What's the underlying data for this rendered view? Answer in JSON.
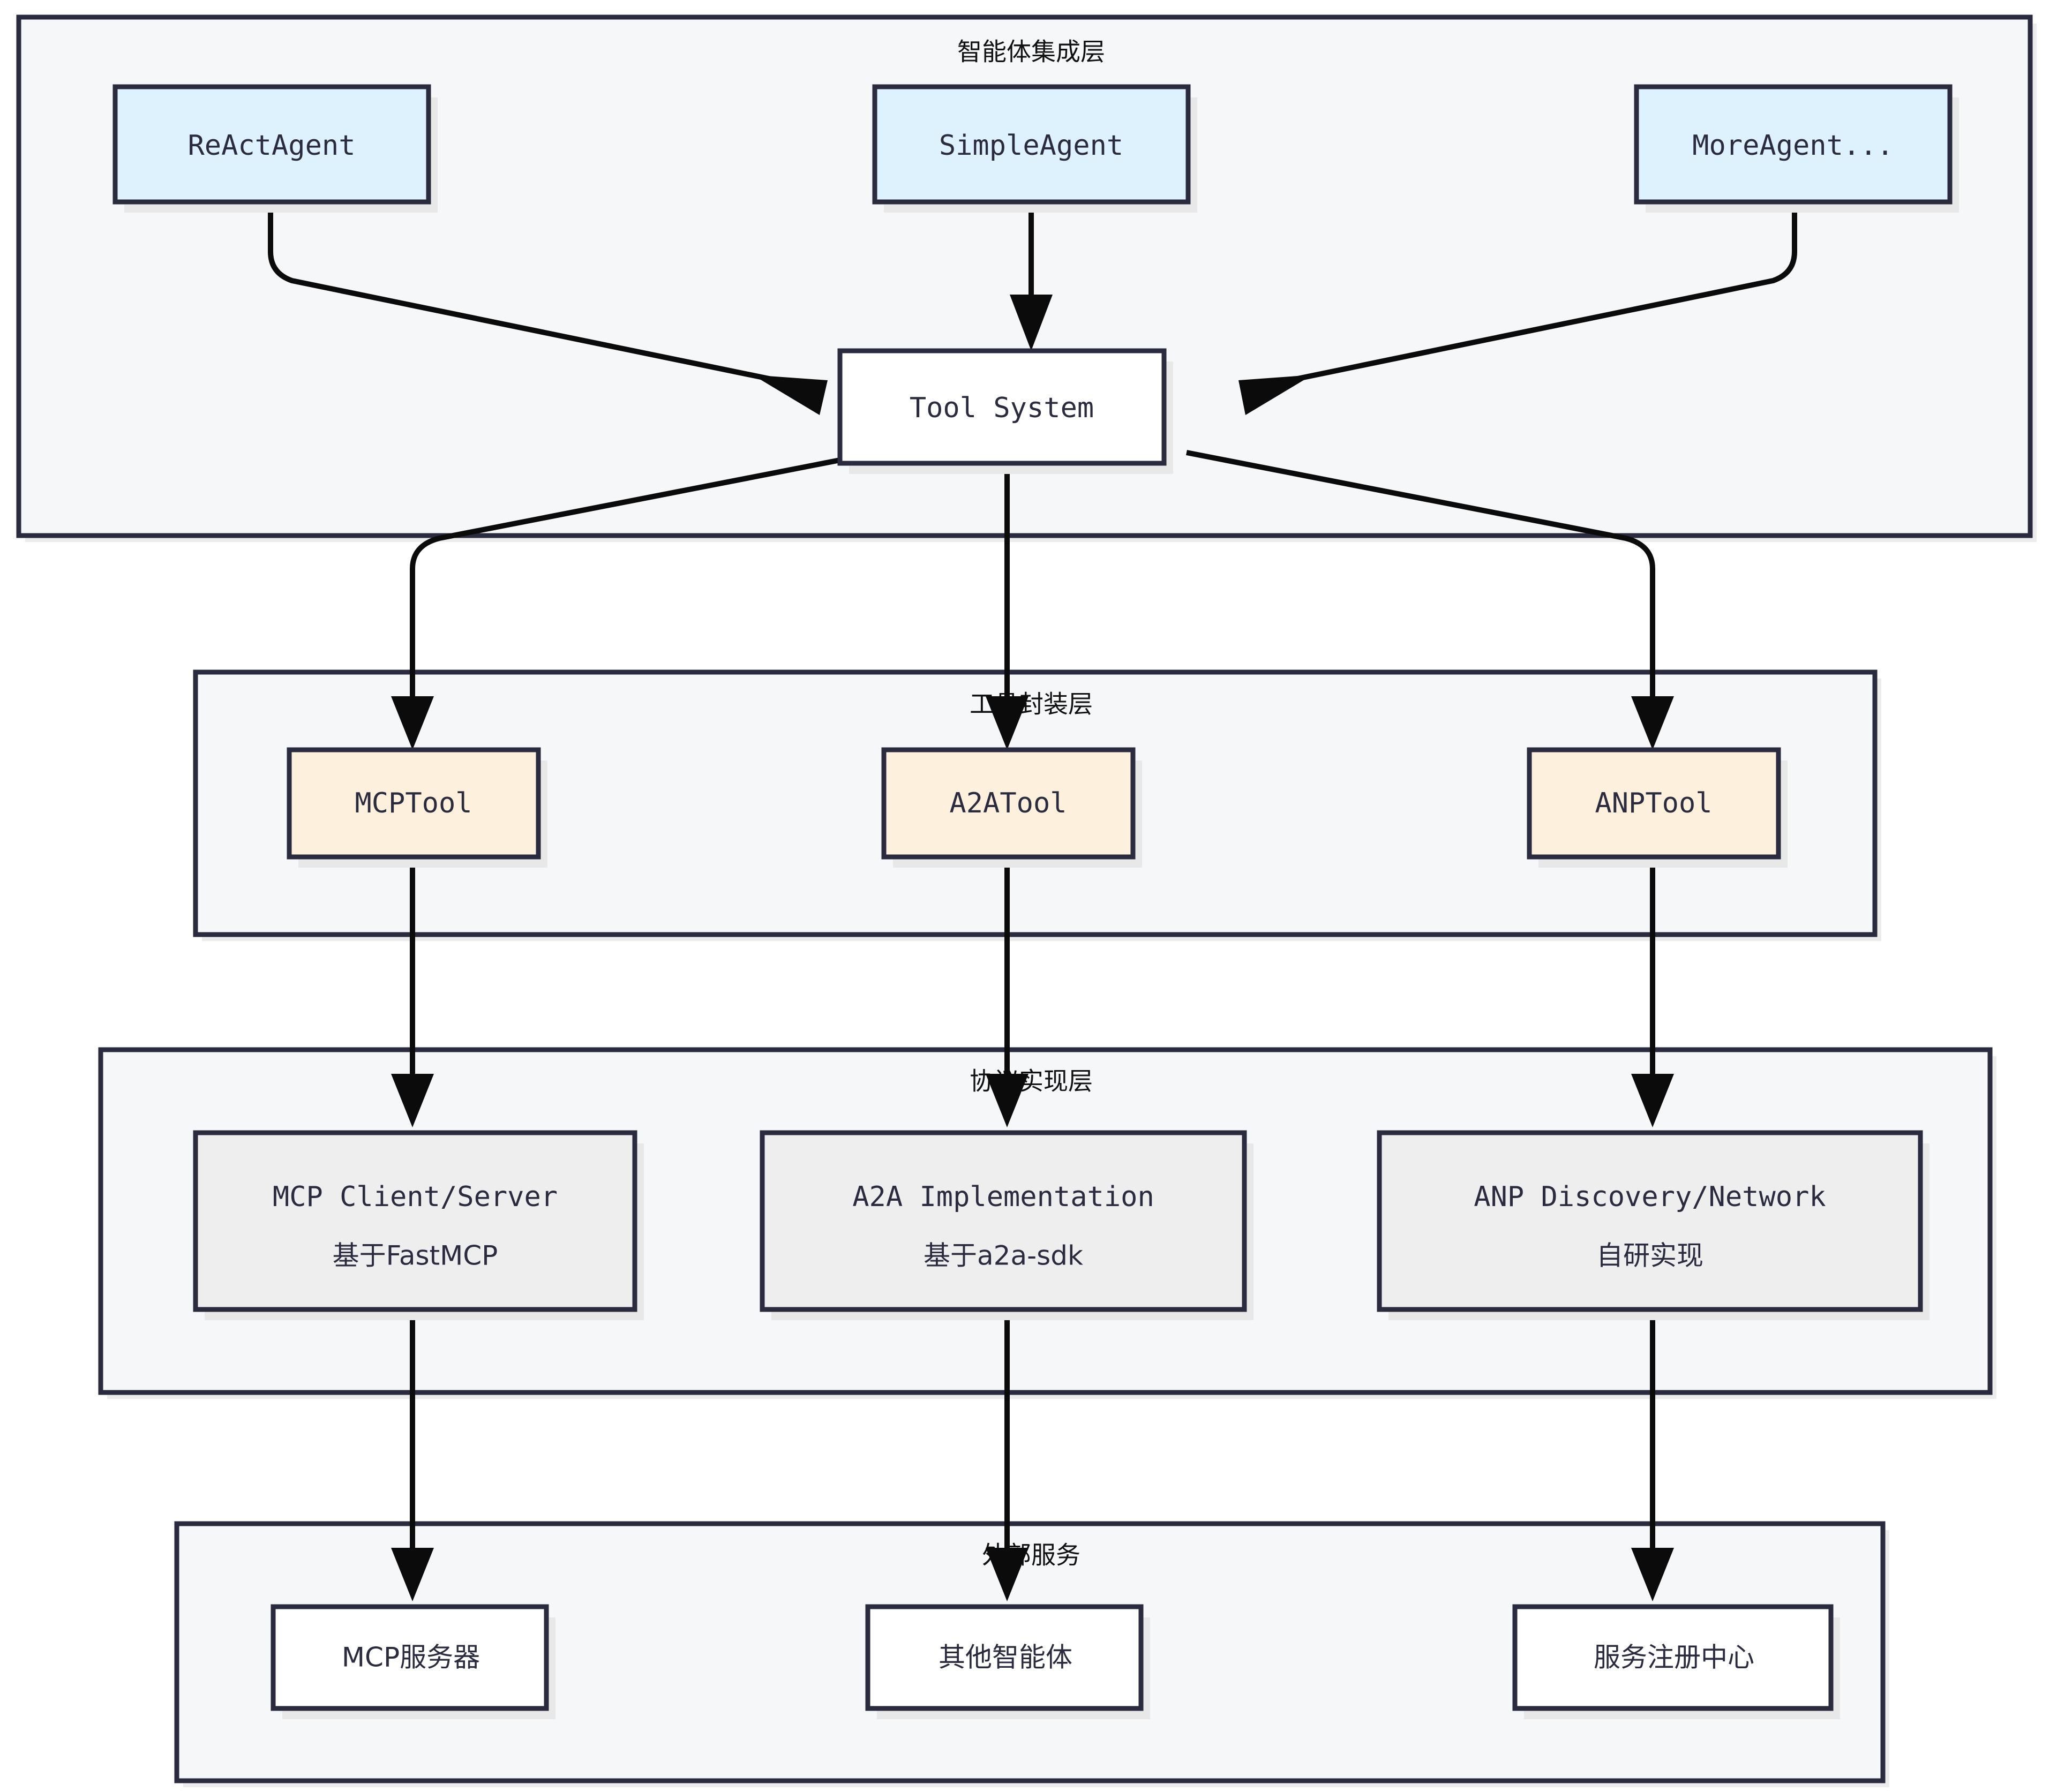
{
  "diagram": {
    "type": "layered-architecture-flowchart",
    "background": "#ffffff",
    "palette": {
      "cluster_fill": "#f6f7f9",
      "border": "#2b2b40",
      "agent_fill": "#ddf2fd",
      "tool_fill": "#fdf0dc",
      "impl_fill": "#eeeeee",
      "plain_fill": "#ffffff",
      "edge": "#0b0b0b",
      "shadow": "#e8e8e8"
    },
    "layers": [
      {
        "id": "agent-integration-layer",
        "title": "智能体集成层",
        "nodes": [
          {
            "id": "react-agent",
            "label": "ReActAgent",
            "style": "agent"
          },
          {
            "id": "simple-agent",
            "label": "SimpleAgent",
            "style": "agent"
          },
          {
            "id": "more-agent",
            "label": "MoreAgent...",
            "style": "agent"
          },
          {
            "id": "tool-system",
            "label": "Tool System",
            "style": "plain"
          }
        ]
      },
      {
        "id": "tool-wrapper-layer",
        "title": "工具封装层",
        "nodes": [
          {
            "id": "mcp-tool",
            "label": "MCPTool",
            "style": "tool"
          },
          {
            "id": "a2a-tool",
            "label": "A2ATool",
            "style": "tool"
          },
          {
            "id": "anp-tool",
            "label": "ANPTool",
            "style": "tool"
          }
        ]
      },
      {
        "id": "protocol-implementation-layer",
        "title": "协议实现层",
        "nodes": [
          {
            "id": "mcp-impl",
            "label_line1": "MCP Client/Server",
            "label_line2": "基于FastMCP",
            "style": "impl"
          },
          {
            "id": "a2a-impl",
            "label_line1": "A2A Implementation",
            "label_line2": "基于a2a-sdk",
            "style": "impl"
          },
          {
            "id": "anp-impl",
            "label_line1": "ANP Discovery/Network",
            "label_line2": "自研实现",
            "style": "impl"
          }
        ]
      },
      {
        "id": "external-services-layer",
        "title": "外部服务",
        "nodes": [
          {
            "id": "mcp-server",
            "label": "MCP服务器",
            "style": "plain"
          },
          {
            "id": "other-agents",
            "label": "其他智能体",
            "style": "plain"
          },
          {
            "id": "service-registry",
            "label": "服务注册中心",
            "style": "plain"
          }
        ]
      }
    ],
    "edges": [
      {
        "from": "react-agent",
        "to": "tool-system",
        "arrow": "end"
      },
      {
        "from": "simple-agent",
        "to": "tool-system",
        "arrow": "end"
      },
      {
        "from": "more-agent",
        "to": "tool-system",
        "arrow": "end"
      },
      {
        "from": "tool-system",
        "to": "mcp-tool",
        "arrow": "end"
      },
      {
        "from": "tool-system",
        "to": "a2a-tool",
        "arrow": "end"
      },
      {
        "from": "tool-system",
        "to": "anp-tool",
        "arrow": "end"
      },
      {
        "from": "mcp-tool",
        "to": "mcp-impl",
        "arrow": "end"
      },
      {
        "from": "a2a-tool",
        "to": "a2a-impl",
        "arrow": "end"
      },
      {
        "from": "anp-tool",
        "to": "anp-impl",
        "arrow": "end"
      },
      {
        "from": "mcp-impl",
        "to": "mcp-server",
        "arrow": "end"
      },
      {
        "from": "a2a-impl",
        "to": "other-agents",
        "arrow": "end"
      },
      {
        "from": "anp-impl",
        "to": "service-registry",
        "arrow": "end"
      }
    ]
  }
}
